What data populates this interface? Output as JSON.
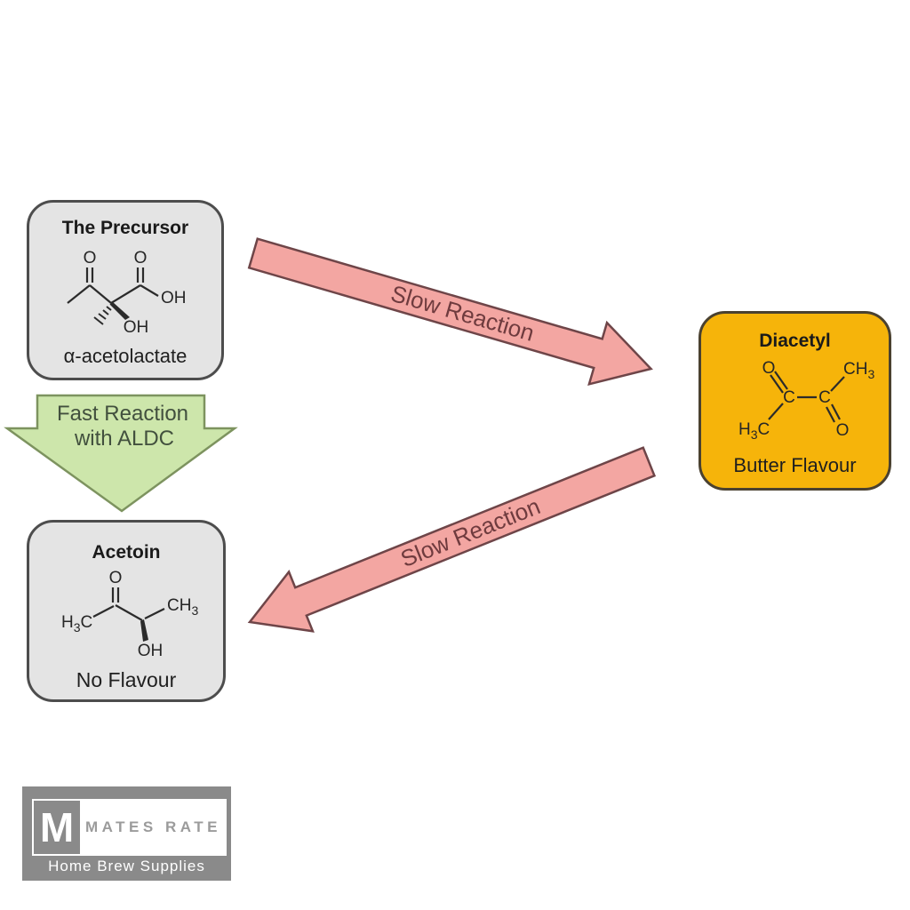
{
  "boxes": {
    "precursor": {
      "title": "The Precursor",
      "caption": "α-acetolactate",
      "fill": "#e4e4e4",
      "border": "#4d4d4d",
      "atoms": {
        "o_left": "O",
        "o_right": "O",
        "oh_right": "OH",
        "oh_bottom": "OH"
      }
    },
    "diacetyl": {
      "title": "Diacetyl",
      "caption": "Butter Flavour",
      "fill": "#f6b40a",
      "border": "#4a4130",
      "atoms": {
        "o_top": "O",
        "o_bottom": "O",
        "c_left": "C",
        "c_right": "C",
        "ch3": {
          "main": "CH",
          "sub": "3"
        },
        "h3c": {
          "h": "H",
          "sub": "3",
          "c": "C"
        }
      }
    },
    "acetoin": {
      "title": "Acetoin",
      "caption": "No Flavour",
      "fill": "#e4e4e4",
      "border": "#4d4d4d",
      "atoms": {
        "o_top": "O",
        "h3c": {
          "h": "H",
          "sub": "3",
          "c": "C"
        },
        "ch3": {
          "main": "CH",
          "sub": "3"
        },
        "oh": "OH"
      }
    }
  },
  "arrows": {
    "slow_top": {
      "label": "Slow Reaction",
      "fill": "#f3a6a2",
      "border": "#6e4548",
      "text_color": "#6f3b3e"
    },
    "slow_bottom": {
      "label": "Slow Reaction",
      "fill": "#f3a6a2",
      "border": "#6e4548",
      "text_color": "#6f3b3e"
    },
    "fast": {
      "label_line1": "Fast Reaction",
      "label_line2": "with ALDC",
      "fill": "#cde6ab",
      "border": "#7d935f",
      "text_color": "#42503e"
    }
  },
  "logo": {
    "initial": "M",
    "brand": "MATES RATE",
    "tagline": "Home Brew Supplies",
    "bg": "#8a8a8a",
    "brand_text": "#9b9b9b"
  }
}
